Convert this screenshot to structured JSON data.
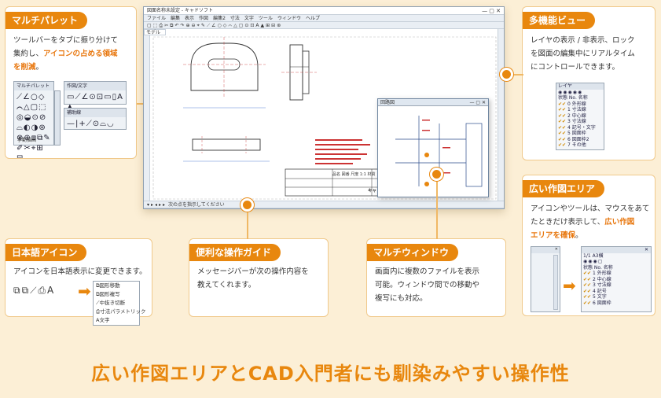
{
  "headline": "広い作図エリアとCAD入門者にも馴染みやすい操作性",
  "multi_palette": {
    "title": "マルチパレット",
    "desc_1": "ツールバーをタブに振り分けて",
    "desc_2": "集約し、",
    "desc_hl_1": "アイコンの占める領域",
    "desc_hl_2": "を削減",
    "desc_end": "。",
    "toolbar_a": {
      "title": "マルチパレット",
      "icons": "⟋∠○◇⌒△▢⬚◎◒⊙⊘⌓◐◑⊛⊗⊕⧈⧉✎✐✂⌖⊞⊟",
      "label": "手動描画"
    },
    "toolbar_b": {
      "title": "作図/文字",
      "icons": "▭⟋∠⊙⊡▭▯A▲"
    },
    "toolbar_c": {
      "title": "補助線",
      "icons": "—|+⟋⊙⌓◡"
    }
  },
  "multi_view": {
    "title": "多機能ビュー",
    "desc": [
      "レイヤの表示 / 非表示、ロック",
      "を図面の編集中にリアルタイム",
      "にコントロールできます。"
    ],
    "layer_window": {
      "title": "レイヤ",
      "header": "状態  No. 名称",
      "rows": [
        "0 外形線",
        "1 寸法線",
        "2 中心線",
        "3 寸法線",
        "4 記号・文字",
        "5 図面枠",
        "6 図面枠2",
        "7 その他"
      ]
    }
  },
  "wide_area": {
    "title": "広い作図エリア",
    "desc_1": "アイコンやツールは、マウスをあて",
    "desc_2": "たときだけ表示して、",
    "desc_hl_1": "広い作図",
    "desc_hl_2": "エリアを確保",
    "desc_end": "。",
    "panel_header": "1/1 A3横",
    "rows": [
      "1 外形線",
      "2 中心線",
      "3 寸法線",
      "4 記号",
      "5 文字",
      "6 図面枠"
    ]
  },
  "japanese_icons": {
    "title": "日本語アイコン",
    "desc": "アイコンを日本語表示に変更できます。",
    "icon_glyphs": "⧉⧉⟋⎙A",
    "items": [
      "図形移動",
      "図形複写",
      "中抜き切断",
      "寸法パラメトリック",
      "文字"
    ]
  },
  "operation_guide": {
    "title": "便利な操作ガイド",
    "desc": [
      "メッセージバーが次の操作内容を",
      "教えてくれます。"
    ]
  },
  "multi_window": {
    "title": "マルチウィンドウ",
    "desc": [
      "画面内に複数のファイルを表示",
      "可能。ウィンドウ間での移動や",
      "複写にも対応。"
    ],
    "sub_window_title": "回路図"
  },
  "cad_window": {
    "title": "図面名称未設定 - キャドソフト",
    "menu": [
      "ファイル",
      "編集",
      "表示",
      "作図",
      "編集2",
      "寸法",
      "文字",
      "ツール",
      "ウィンドウ",
      "ヘルプ"
    ],
    "tab": "モデル",
    "status": "次の点を指示してください",
    "title_block": [
      "品名",
      "図番",
      "尺度 1:1",
      "材質",
      "キャドソフト"
    ]
  }
}
